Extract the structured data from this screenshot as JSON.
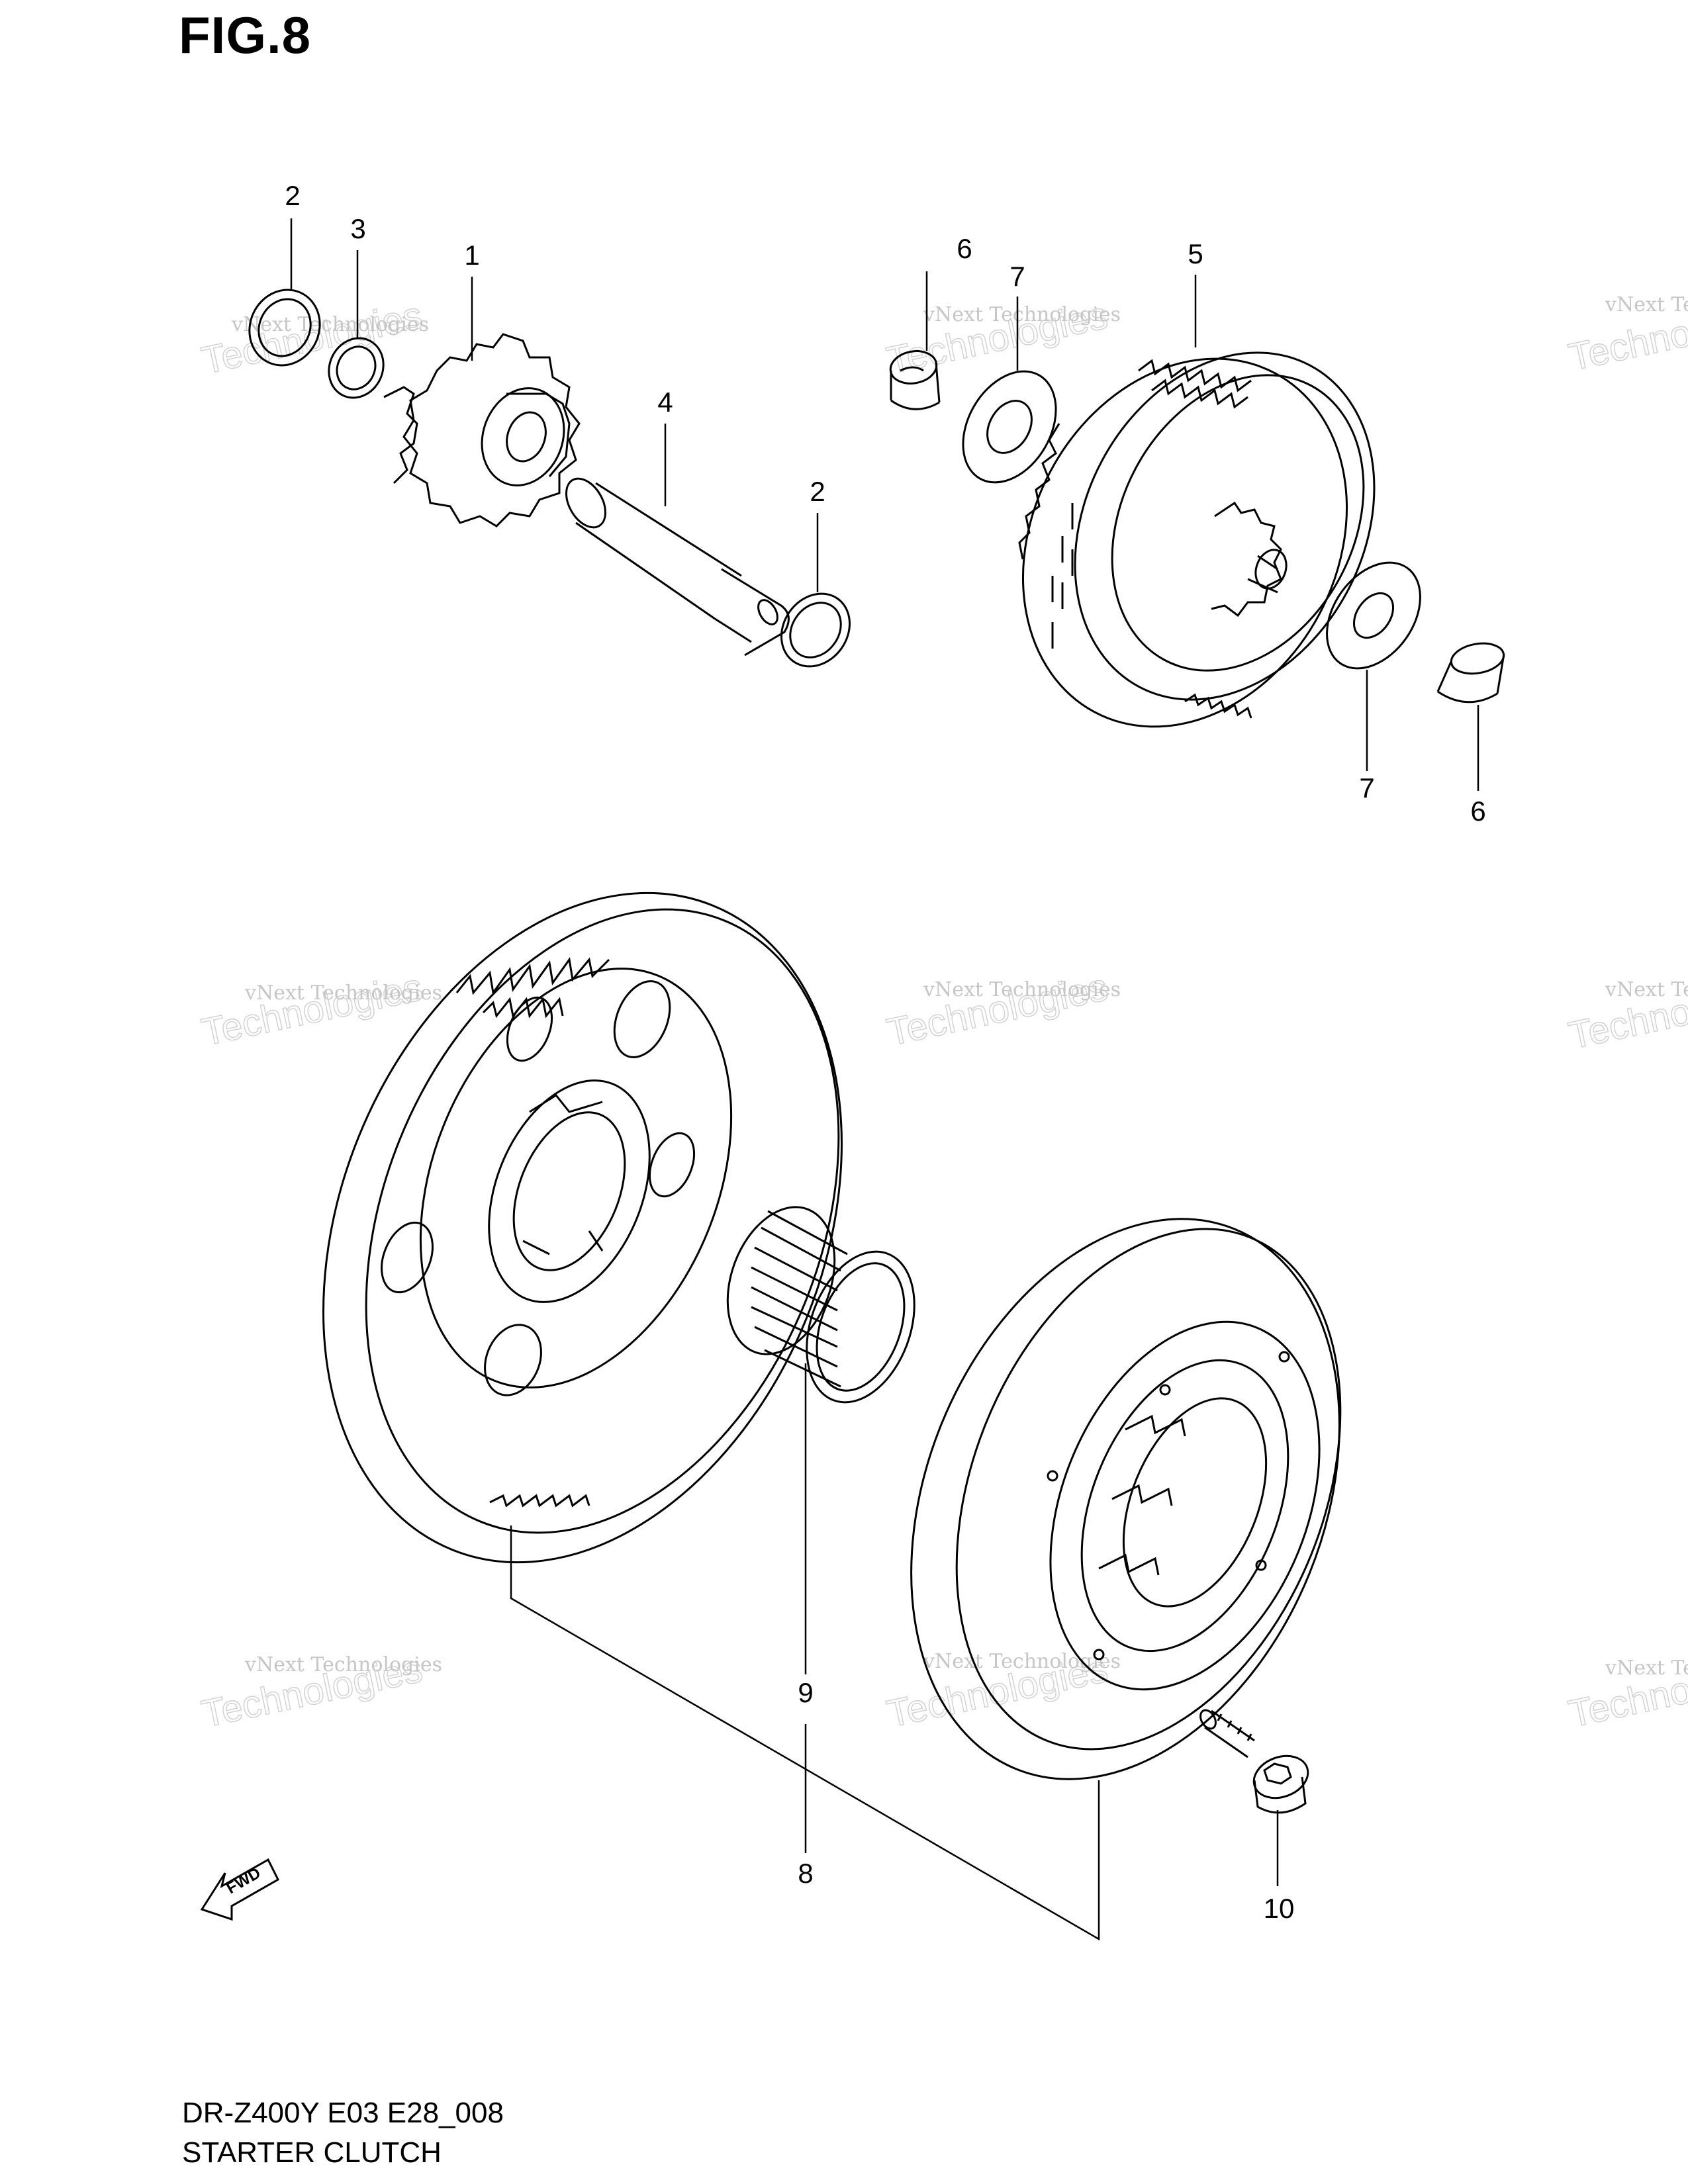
{
  "figure": {
    "title": "FIG.8",
    "model_code": "DR-Z400Y  E03  E28_008",
    "name": "STARTER CLUTCH"
  },
  "watermark": {
    "line1": "vNext Technologies",
    "line2_a": "vNext",
    "line2_b": "Technologies"
  },
  "direction_mark": "FWD",
  "callouts": {
    "c1": "1",
    "c2a": "2",
    "c2b": "2",
    "c3": "3",
    "c4": "4",
    "c5": "5",
    "c6a": "6",
    "c6b": "6",
    "c7a": "7",
    "c7b": "7",
    "c8": "8",
    "c9": "9",
    "c10": "10"
  }
}
